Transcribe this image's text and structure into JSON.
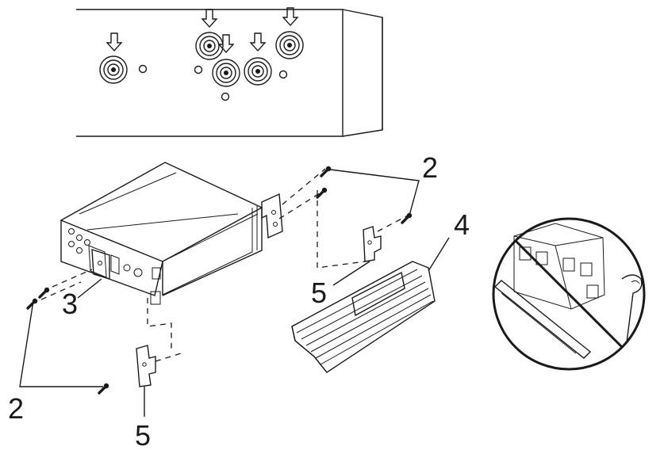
{
  "labels": {
    "screw_top": "2",
    "screw_bottom": "2",
    "side_bracket": "3",
    "trim_frame": "4",
    "strap_upper": "5",
    "strap_lower": "5"
  },
  "colors": {
    "line": "#1a1a1a",
    "background": "#ffffff",
    "fill_gray": "#cfcfcf"
  },
  "icons": [
    "down-arrow-icon",
    "rca-jack-icon",
    "prohibited-sign-icon",
    "screw-icon"
  ]
}
